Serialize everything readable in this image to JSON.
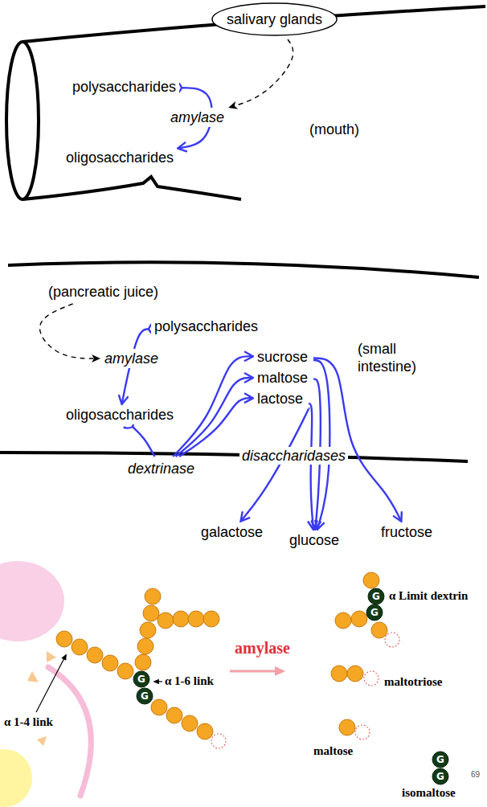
{
  "diagram": {
    "nodes": [
      {
        "text": [
          "salivary glands"
        ]
      },
      {
        "text": [
          "polysaccharides"
        ]
      },
      {
        "text": [
          "amylase"
        ]
      },
      {
        "text": [
          "oligosaccharides"
        ]
      },
      {
        "text": [
          "(pancreatic juice)"
        ]
      },
      {
        "text": [
          "polysaccharides"
        ]
      },
      {
        "text": [
          "amylase"
        ]
      },
      {
        "text": [
          "sucrose"
        ]
      },
      {
        "text": [
          "maltose"
        ]
      },
      {
        "text": [
          "lactose"
        ]
      },
      {
        "text": [
          "oligosaccharides"
        ]
      },
      {
        "text": [
          "dextrinase"
        ]
      },
      {
        "text": [
          "galactose"
        ]
      },
      {
        "text": [
          "glucose"
        ]
      },
      {
        "text": [
          "fructose"
        ]
      }
    ],
    "edges": [
      {
        "from": 0,
        "to": 2,
        "arrow": "to"
      },
      {
        "from": 1,
        "to": 3,
        "arrow": "to"
      },
      {
        "from": 4,
        "to": 6,
        "arrow": "to"
      },
      {
        "from": 5,
        "to": 10,
        "arrow": "to"
      },
      {
        "from": 10,
        "to": 11,
        "arrow": "none"
      },
      {
        "from": 11,
        "to": 7,
        "arrow": "to"
      },
      {
        "from": 11,
        "to": 8,
        "arrow": "to"
      },
      {
        "from": 11,
        "to": 9,
        "arrow": "to"
      },
      {
        "from": 7,
        "to": 13,
        "arrow": "to"
      },
      {
        "from": 7,
        "to": 14,
        "arrow": "to"
      },
      {
        "from": 8,
        "to": 13,
        "arrow": "to"
      },
      {
        "from": 9,
        "to": 12,
        "arrow": "to"
      },
      {
        "from": 9,
        "to": 13,
        "arrow": "to"
      }
    ],
    "labels": [
      "(mouth)",
      "(small intestine)",
      "disaccharidases",
      "α 1-4 link",
      "G",
      "G",
      "α 1-6 link",
      "amylase",
      "G",
      "G",
      "α Limit dextrin",
      "maltotriose",
      "maltose",
      "G",
      "G",
      "isomaltose",
      "69"
    ]
  }
}
